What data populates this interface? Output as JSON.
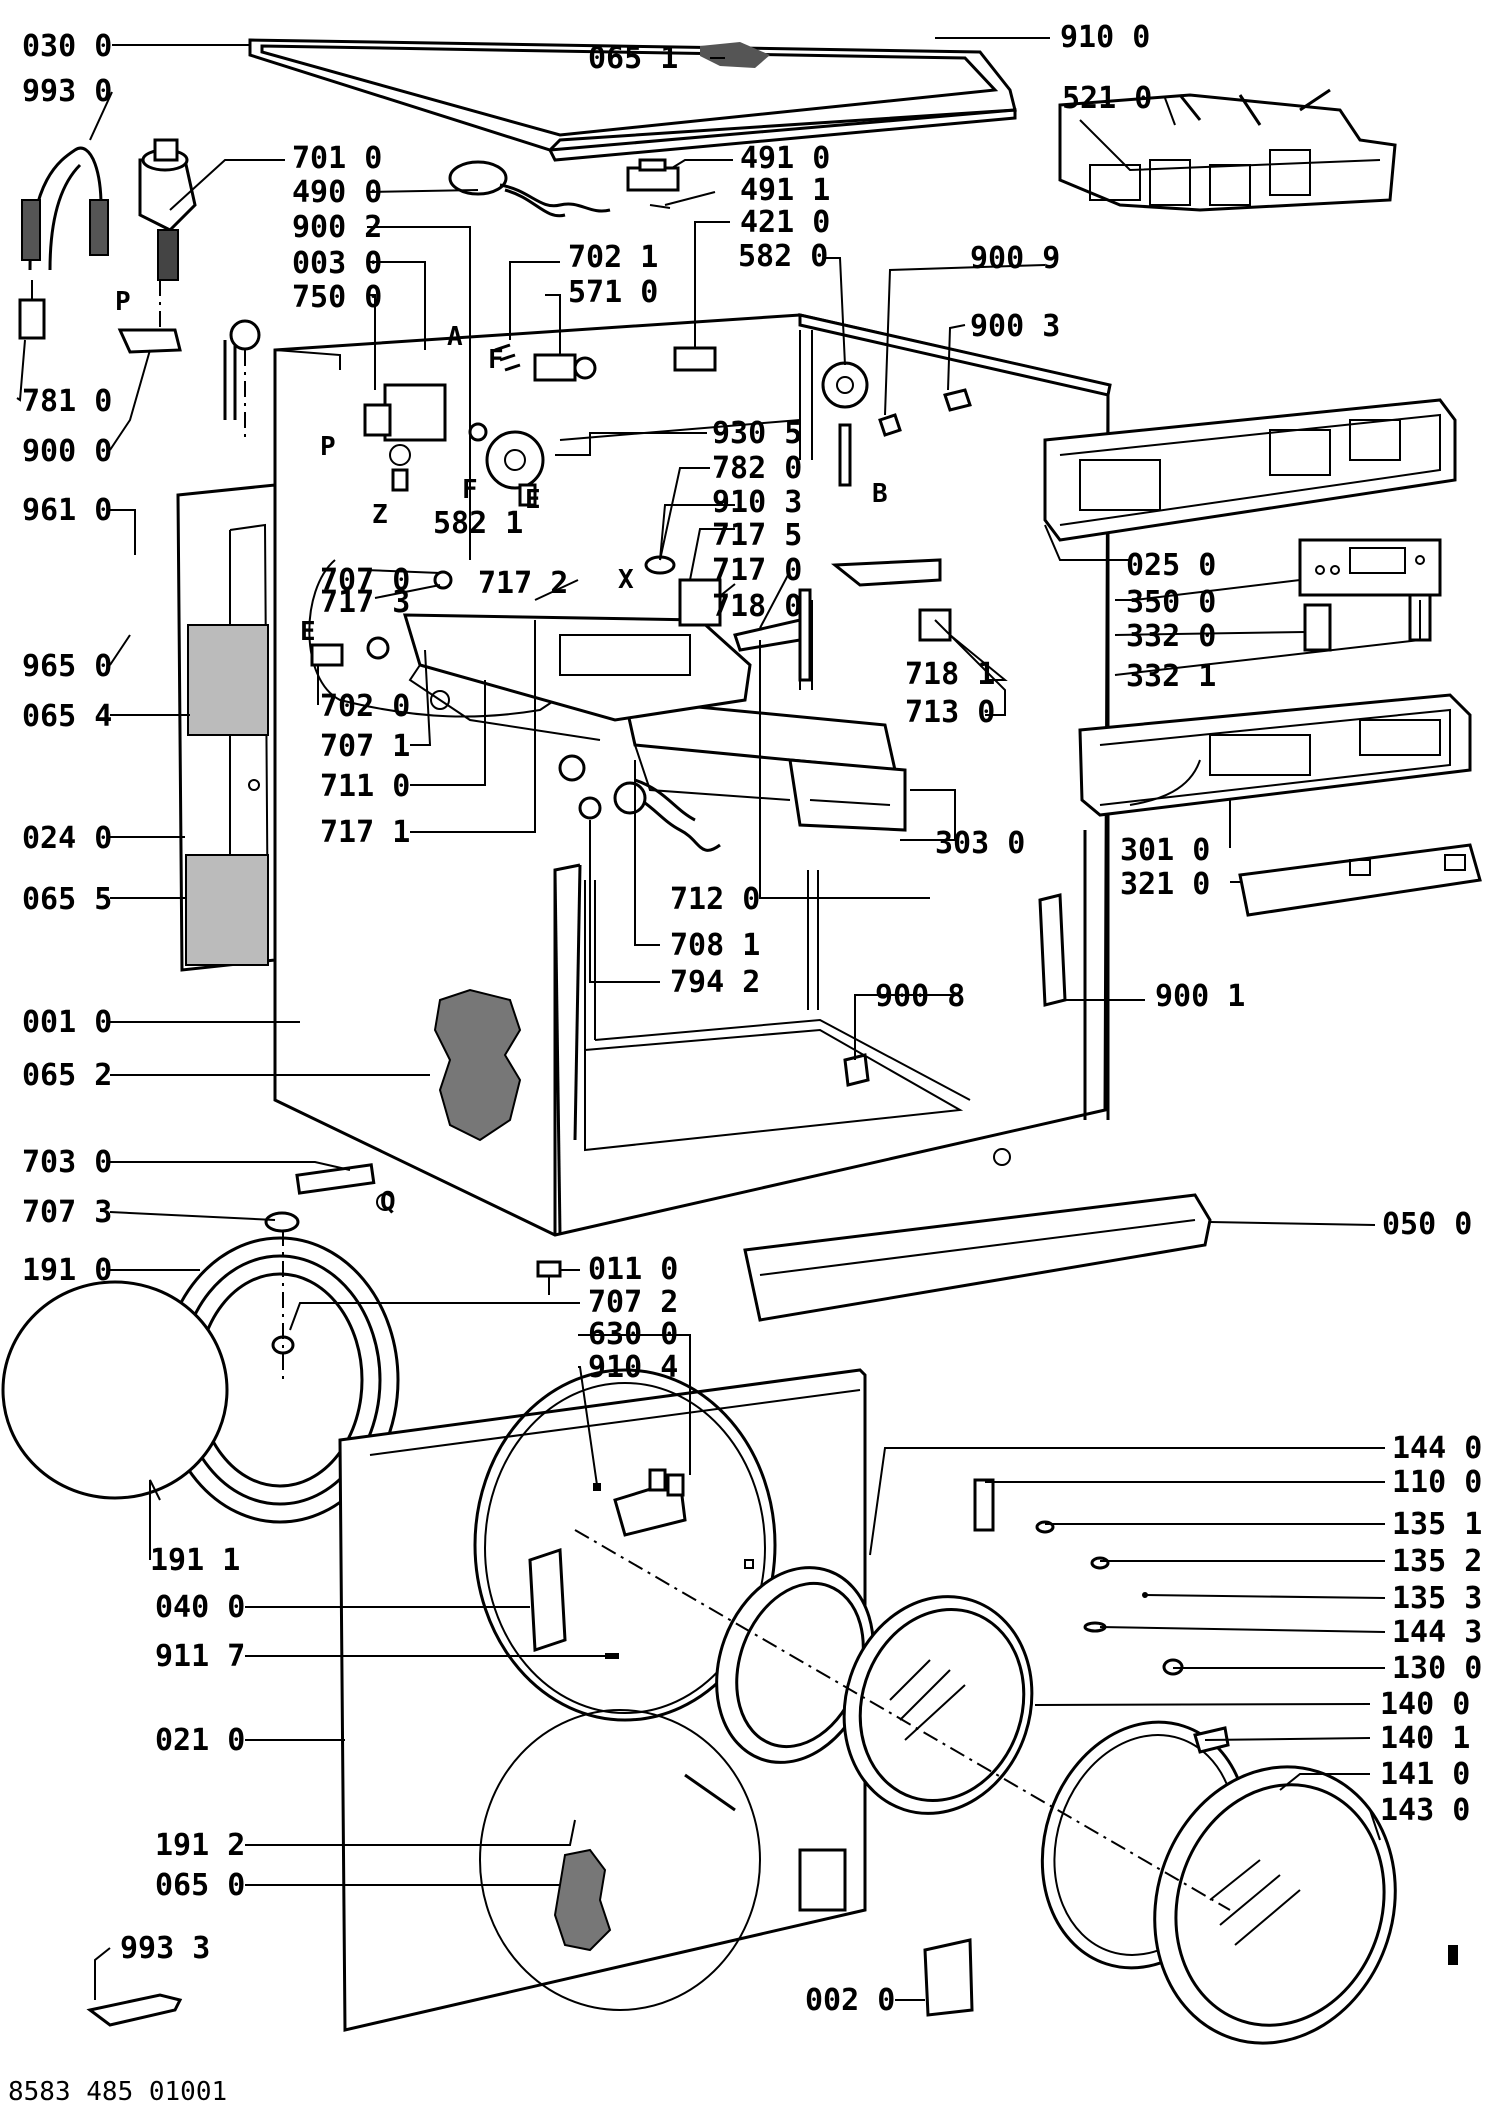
{
  "diagram": {
    "doc_number": "8583 485 01001",
    "part_labels": [
      "030 0",
      "065 1",
      "910 0",
      "993 0",
      "521 0",
      "701 0",
      "491 0",
      "490 0",
      "491 1",
      "900 2",
      "421 0",
      "003 0",
      "702 1",
      "582 0",
      "900 9",
      "750 0",
      "571 0",
      "900 3",
      "781 0",
      "900 0",
      "930 5",
      "782 0",
      "582 1",
      "910 3",
      "961 0",
      "717 5",
      "707 0",
      "717 2",
      "717 0",
      "025 0",
      "717 3",
      "718 0",
      "350 0",
      "332 0",
      "965 0",
      "702 0",
      "718 1",
      "332 1",
      "065 4",
      "707 1",
      "713 0",
      "711 0",
      "717 1",
      "303 0",
      "301 0",
      "024 0",
      "321 0",
      "065 5",
      "712 0",
      "708 1",
      "794 2",
      "001 0",
      "900 8",
      "900 1",
      "065 2",
      "703 0",
      "707 3",
      "050 0",
      "191 0",
      "011 0",
      "707 2",
      "630 0",
      "910 4",
      "144 0",
      "110 0",
      "191 1",
      "135 1",
      "135 2",
      "040 0",
      "135 3",
      "911 7",
      "144 3",
      "130 0",
      "021 0",
      "140 0",
      "140 1",
      "141 0",
      "191 2",
      "143 0",
      "065 0",
      "993 3",
      "002 0"
    ],
    "letter_marks": [
      "A",
      "F",
      "P",
      "Z",
      "E",
      "B",
      "X",
      "Q"
    ]
  }
}
